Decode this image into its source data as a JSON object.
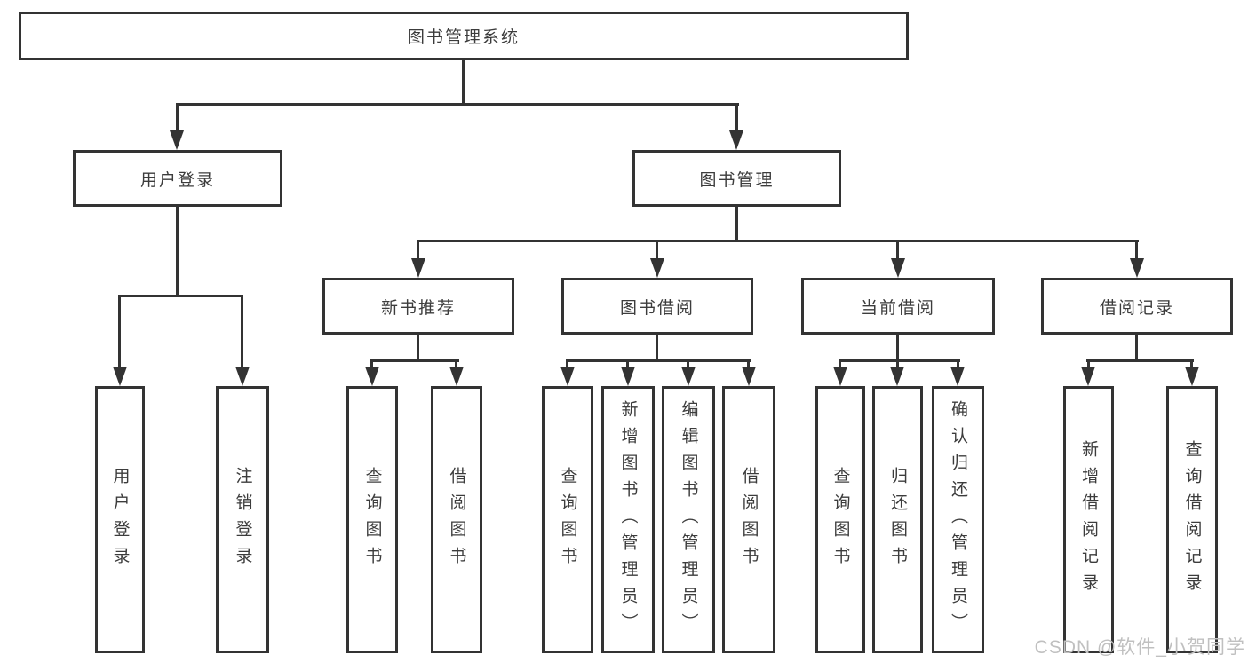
{
  "tree": {
    "root": {
      "label": "图书管理系统"
    },
    "level2": [
      {
        "label": "用户登录",
        "children": [
          {
            "label": "用户登录"
          },
          {
            "label": "注销登录"
          }
        ]
      },
      {
        "label": "图书管理",
        "children": [
          {
            "label": "新书推荐",
            "children": [
              {
                "label": "查询图书"
              },
              {
                "label": "借阅图书"
              }
            ]
          },
          {
            "label": "图书借阅",
            "children": [
              {
                "label": "查询图书"
              },
              {
                "label": "新增图书（管理员）"
              },
              {
                "label": "编辑图书（管理员）"
              },
              {
                "label": "借阅图书"
              }
            ]
          },
          {
            "label": "当前借阅",
            "children": [
              {
                "label": "查询图书"
              },
              {
                "label": "归还图书"
              },
              {
                "label": "确认归还（管理员）"
              }
            ]
          },
          {
            "label": "借阅记录",
            "children": [
              {
                "label": "新增借阅记录"
              },
              {
                "label": "查询借阅记录"
              }
            ]
          }
        ]
      }
    ]
  },
  "watermark": {
    "text": "CSDN @软件_小贺同学"
  },
  "colors": {
    "line": "#333333",
    "text": "#3c3c3c",
    "watermark": "#c0c0c0",
    "background": "#ffffff"
  }
}
